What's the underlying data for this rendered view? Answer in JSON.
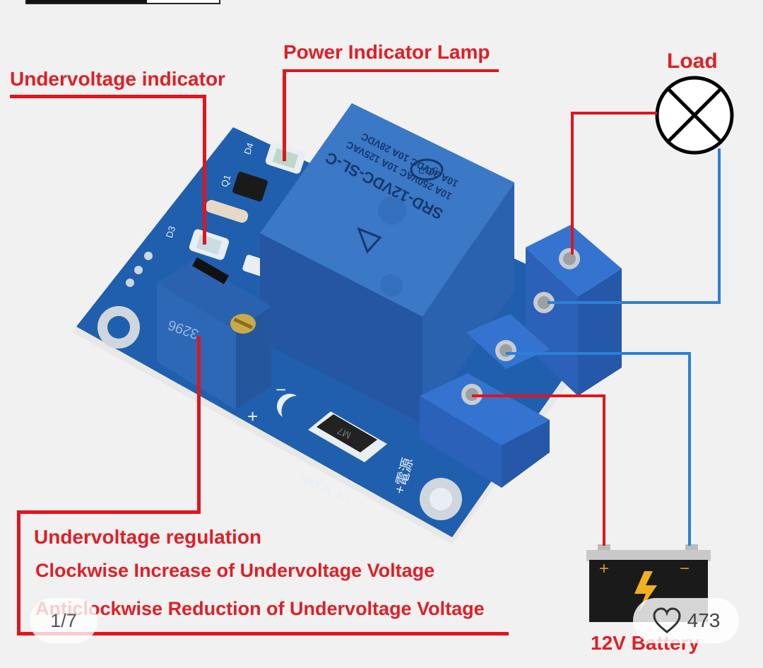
{
  "callouts": {
    "power_indicator": "Power Indicator Lamp",
    "undervoltage_indicator": "Undervoltage indicator",
    "load": "Load",
    "regulation_title": "Undervoltage regulation",
    "regulation_clockwise": "Clockwise Increase of Undervoltage Voltage",
    "regulation_anticlockwise": "Anticlockwise Reduction of Undervoltage Voltage",
    "battery": "12V Battery"
  },
  "board": {
    "relay_lines": [
      "SRD-12VDC-SL-C",
      "10A 250VAC 10A 125VAC",
      "10A 30VDC 10A 28VDC"
    ],
    "relay_logo": "CQC",
    "pot_label": "3296",
    "model": "YX-X0001",
    "diode": "M7",
    "labels": [
      "D4",
      "Q1",
      "D3"
    ],
    "power_mark": "+電源"
  },
  "viewer": {
    "page_counter": "1/7",
    "like_count": "473"
  },
  "colors": {
    "callout_red": "#e01f26",
    "wire_blue": "#2d7fd7",
    "pcb_blue": "#1f5fae",
    "relay_blue": "#2a62b0"
  },
  "icons": [
    "heart-icon",
    "bulb-icon",
    "lightning-icon"
  ]
}
